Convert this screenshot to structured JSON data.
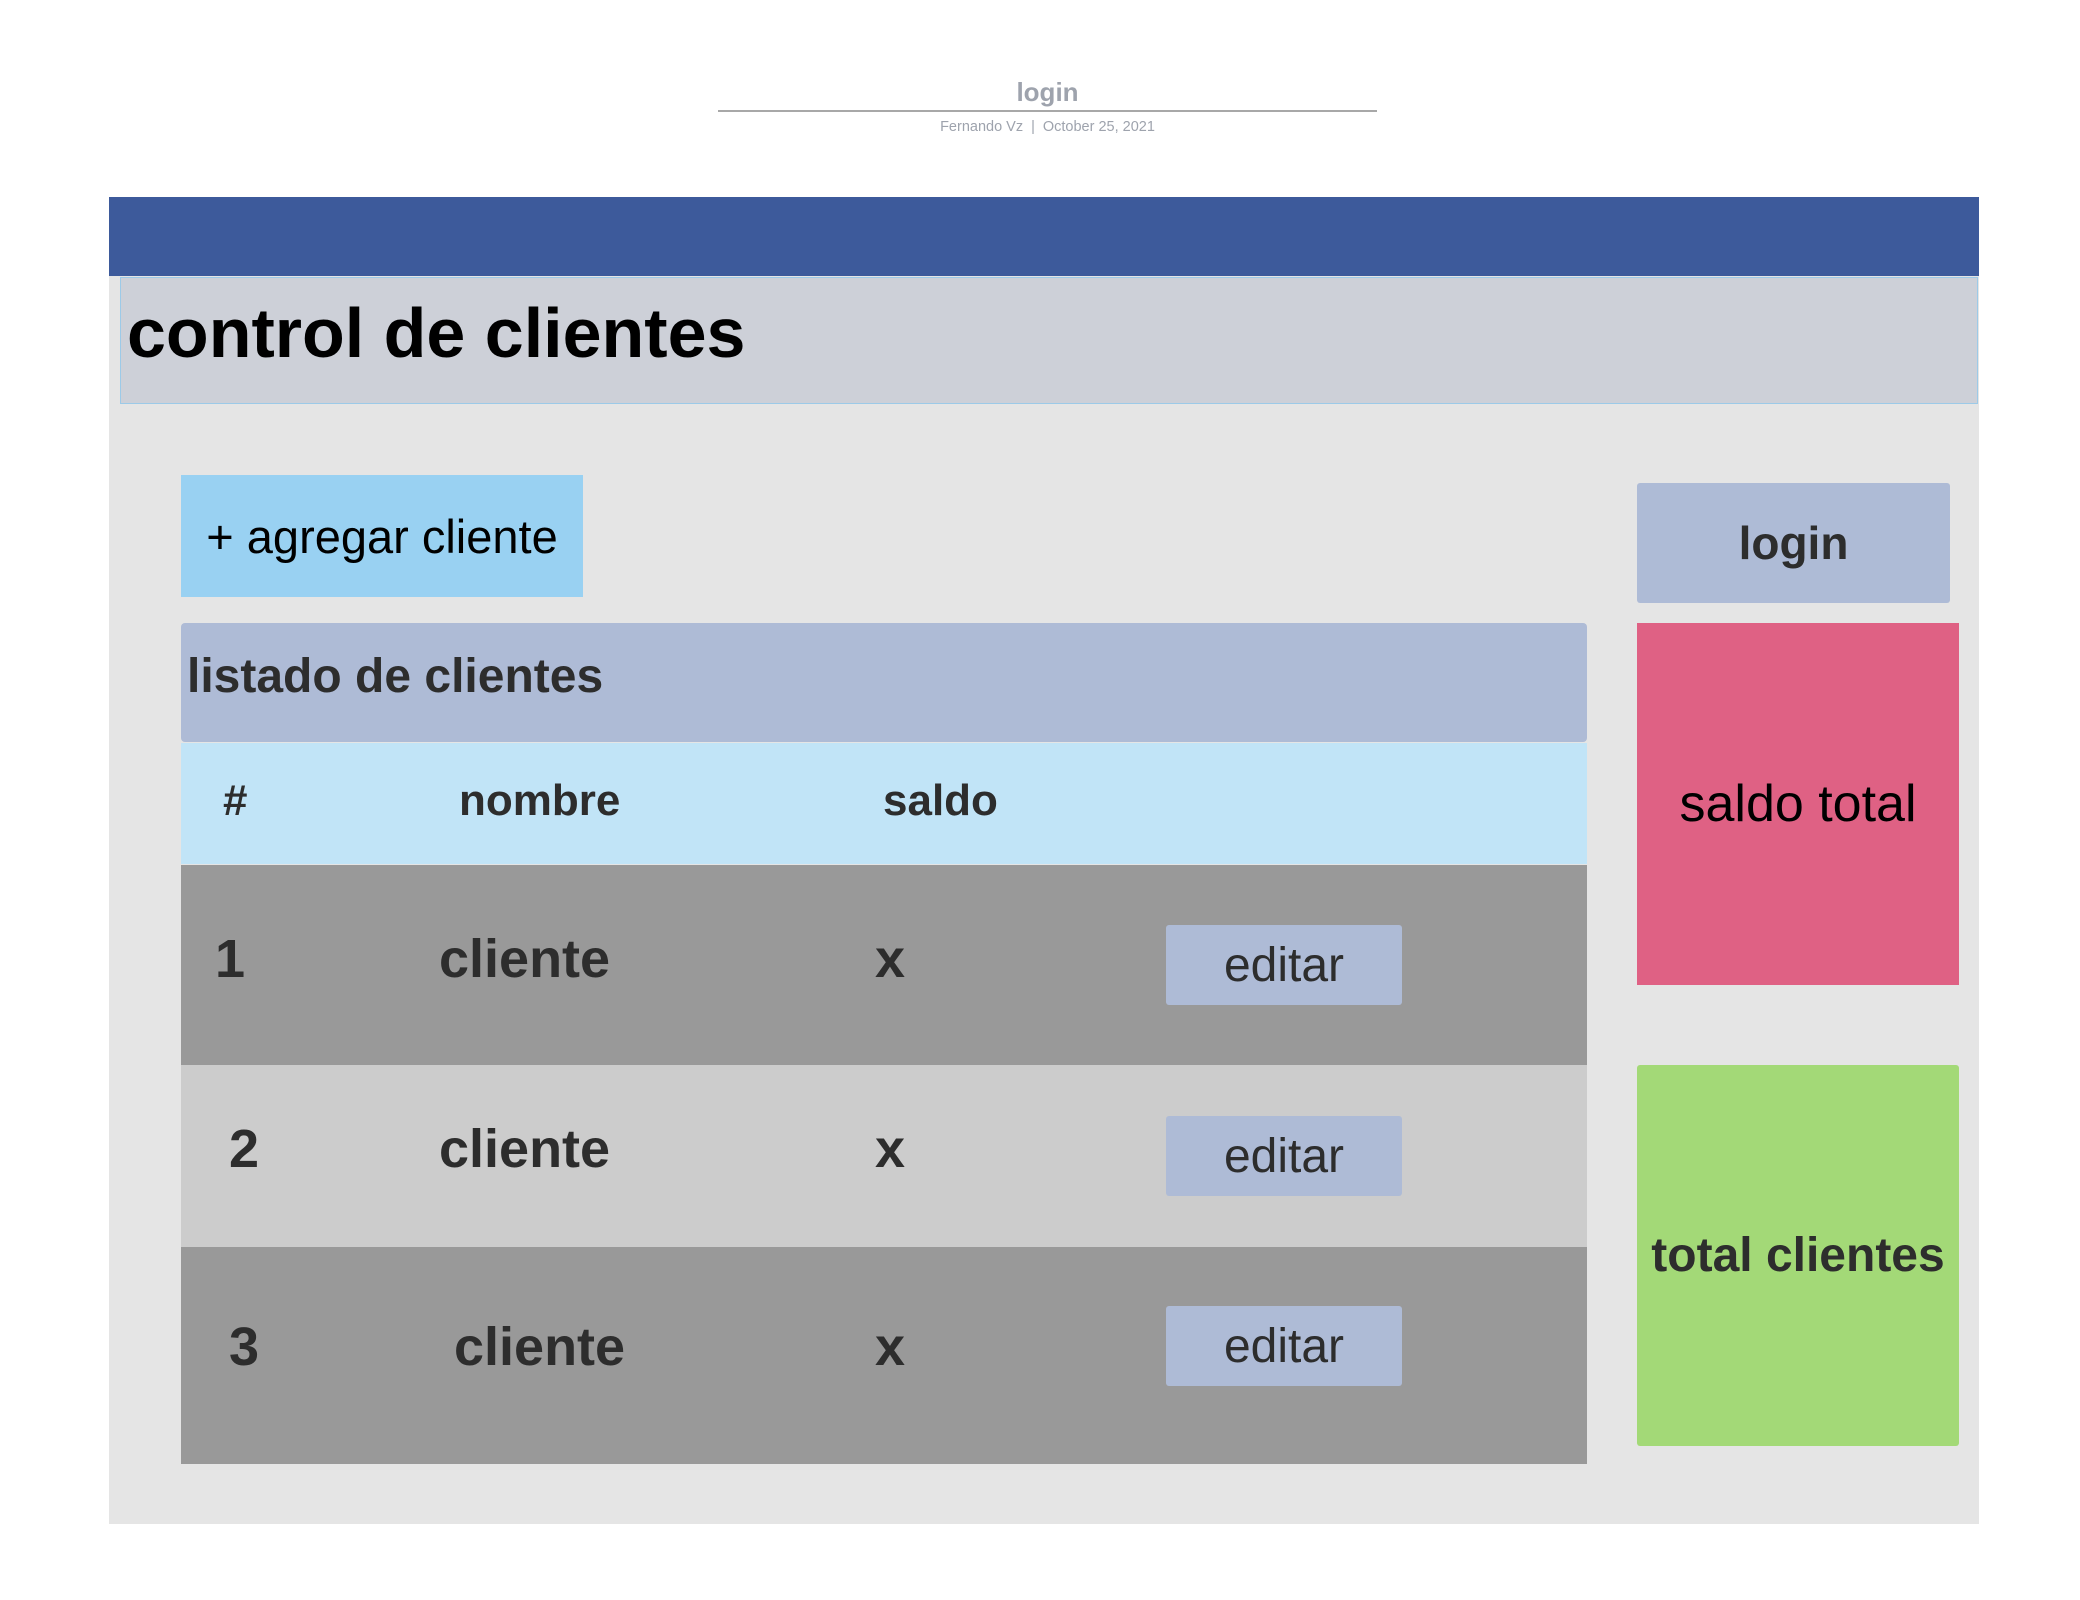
{
  "document": {
    "title": "login",
    "author": "Fernando Vz",
    "separator": "|",
    "date": "October 25, 2021"
  },
  "app": {
    "title": "control de clientes"
  },
  "actions": {
    "add_client_label": "+ agregar cliente",
    "login_label": "login"
  },
  "list": {
    "title": "listado de clientes",
    "columns": [
      "#",
      "nombre",
      "saldo"
    ],
    "rows": [
      {
        "num": "1",
        "name": "cliente",
        "balance": "x",
        "edit_label": "editar"
      },
      {
        "num": "2",
        "name": "cliente",
        "balance": "x",
        "edit_label": "editar"
      },
      {
        "num": "3",
        "name": "cliente",
        "balance": "x",
        "edit_label": "editar"
      }
    ]
  },
  "cards": {
    "saldo_total": "saldo total",
    "total_clientes": "total clientes"
  },
  "colors": {
    "top_bar": "#3d5a9b",
    "add_button": "#99d1f2",
    "secondary": "#aebbd6",
    "saldo_card": "#df6184",
    "clientes_card": "#a3d977"
  }
}
